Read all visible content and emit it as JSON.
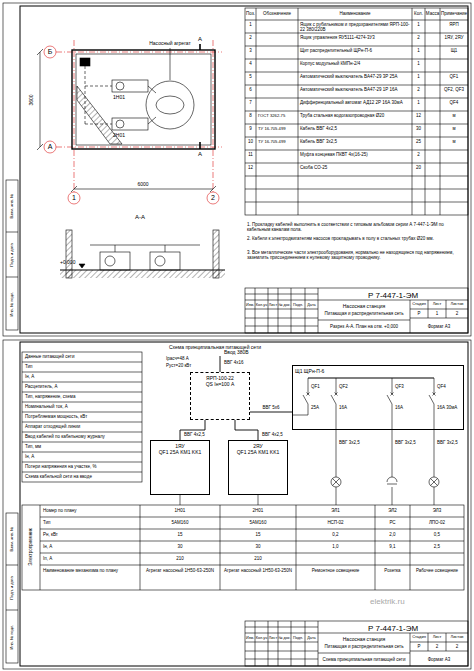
{
  "diagram": {
    "nodes": [
      {
        "text": [
          "ЯРП-100-22",
          "QS Iн=100 А"
        ]
      },
      {
        "text": [
          "1ЯУ",
          "QF1 25А KM1 KK1"
        ]
      },
      {
        "text": [
          "2ЯУ",
          "QF1 25А KM1 KK1"
        ]
      },
      {
        "text": [
          "Щ1 ЩРн-П-6"
        ]
      }
    ],
    "edges": [
      {
        "from": 0,
        "to": 1,
        "arrow": "none",
        "label": "ВВГ 4х2,5"
      },
      {
        "from": 0,
        "to": 2,
        "arrow": "none",
        "label": "ВВГ 4х2,5"
      },
      {
        "from": 0,
        "to": 3,
        "arrow": "none",
        "label": "ВВГ 5х6"
      }
    ],
    "labels": [
      "Б",
      "А",
      "1",
      "2",
      "6000",
      "3600",
      "Насосный агрегат",
      "1Н01",
      "2Н01",
      "А-А",
      "+0,000",
      "А",
      "А",
      "Поз.",
      "Обозначение",
      "Наименование",
      "Кол.",
      "Масса",
      "Примечание",
      "1",
      "Ящик с рубильником и предохранителями ЯРП-100-22 380/220В",
      "1",
      "ЯРП",
      "2",
      "Ящик управления ЯУ5111-4274-3У3",
      "2",
      "1ЯУ, 2ЯУ",
      "3",
      "Щит распределительный ЩРн-П-6",
      "1",
      "Щ1",
      "4",
      "Корпус модульный КМПн-2/4",
      "1",
      "5",
      "Автоматический выключатель ВА47-29 3Р 25А",
      "1",
      "QF1",
      "6",
      "Автоматический выключатель ВА47-29 1Р 16А",
      "2",
      "QF2, QF3",
      "7",
      "Дифференциальный автомат АД12 2Р 16А 30мА",
      "1",
      "QF4",
      "8",
      "ГОСТ 3262-75",
      "Труба стальная водогазопроводная Ø20",
      "12",
      "м",
      "9",
      "ТУ 16-705.499",
      "Кабель ВВГ 4х2,5",
      "30",
      "м",
      "10",
      "ТУ 16-705.499",
      "Кабель ВВГ 3х2,5",
      "25",
      "м",
      "11",
      "Муфта концевая ПКВТ 4х(16-25)",
      "2",
      "12",
      "Скоба СО-25",
      "20",
      "1. Прокладку кабелей выполнить в соответствии с типовым альбомом серии А 7-447-1-ЭМ по кабельным каналам пола.",
      "2. Кабели к электродвигателям насосов прокладывать в полу в стальных трубах Ø20 мм.",
      "3. Все металлические части электрооборудования, нормально не находящиеся под напряжением, заземлить присоединением к нулевому защитному проводнику.",
      "Изм.",
      "Кол.уч",
      "Лист",
      "№ док.",
      "Подп.",
      "Дата",
      "Р 7-447-1-ЭМ",
      "Насосная станция",
      "Питающая и распределительная сеть",
      "Разрез А-А. План на отм. +0,000",
      "Стадия",
      "Лист",
      "Листов",
      "Р",
      "1",
      "2",
      "Формат А3",
      "Инв. № подл.",
      "Подп. и дата",
      "Взам. инв. №",
      "Схема принципиальная питающей сети",
      "Данные питающей сети",
      "Тип",
      "Iн, А",
      "Расцепитель, А",
      "Тип, напряжение, схема",
      "Номинальный ток, А",
      "Потребляемая мощность, кВт",
      "Аппарат отходящей линии",
      "Ввод кабелей по кабельному журналу",
      "Тип, мм",
      "Iн, А",
      "Потери напряжения на участке, %",
      "Схема кабельной сети на вводе",
      "Ввод 380В",
      "Iрасч=48 А",
      "Руст=20 кВт",
      "ВВГ 4х16",
      "QF1",
      "25А",
      "QF2",
      "16А",
      "QF3",
      "16А",
      "QF4",
      "16А 30мА",
      "ВВГ 3х2,5",
      "ВВГ 3х2,5",
      "ВВГ 3х2,5",
      "Электроприемник",
      "Номер по плану",
      "Тип",
      "Рн, кВт",
      "Iн, А",
      "Iп, А",
      "Наименование механизма по плану",
      "1Н01",
      "2Н01",
      "ЭЛ1",
      "ЭЛ2",
      "ЭЛ3",
      "5АМ160",
      "5АМ160",
      "НСП-02",
      "РС",
      "ЛПО-02",
      "15",
      "15",
      "0,2",
      "2,0",
      "0,5",
      "30",
      "30",
      "1,0",
      "9,1",
      "2,5",
      "210",
      "210",
      "Агрегат насосный 1Н50-63-250N",
      "Агрегат насосный 1Н50-63-250N",
      "Ремонтное освещение",
      "Розетка",
      "Рабочее освещение",
      "Изм.",
      "Кол.уч",
      "Лист",
      "№ док.",
      "Подп.",
      "Дата",
      "Р 7-447-1-ЭМ",
      "Насосная станция",
      "Питающая и распределительная сеть",
      "Схема принципиальная питающей сети",
      "Стадия",
      "Лист",
      "Листов",
      "Р",
      "2",
      "2",
      "Формат А3",
      "Инв. № подл.",
      "Подп. и дата",
      "Взам. инв. №",
      "elektrik.ru"
    ]
  }
}
